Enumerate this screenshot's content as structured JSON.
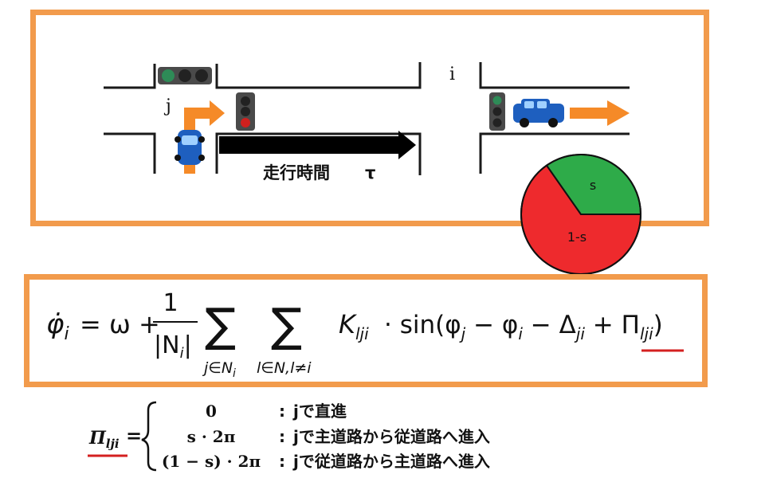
{
  "scene": {
    "label_j": "j",
    "label_i": "i",
    "travel_label": "走行時間",
    "travel_symbol": "τ"
  },
  "pie": {
    "green_label": "s",
    "red_label": "1-s",
    "colors": {
      "green": "#2eab49",
      "red": "#ee2a2d"
    }
  },
  "formula": {
    "lhs": "φ̇",
    "lhs_sub": "i",
    "eq_omega": "= ω +",
    "frac_num": "1",
    "frac_den": "|N",
    "frac_den_sub": "i",
    "frac_den_close": "|",
    "sum1_sub": "j∈N",
    "sum1_sub_i": "i",
    "sum2_sub": "l∈N,l≠i",
    "k": "K",
    "k_sub": "lji",
    "sin_part": "· sin(φ",
    "phi_j_sub": "j",
    "minus_phi": " − φ",
    "phi_i_sub": "i",
    "minus_delta": " − Δ",
    "delta_sub": "ji",
    "plus": " + ",
    "pi_sym": "Π",
    "pi_sub": "lji",
    "close": ")"
  },
  "definition": {
    "lhs": "Π",
    "lhs_sub": "lji",
    "eq": "=",
    "cases": [
      {
        "value": "0",
        "desc": "jで直進"
      },
      {
        "value": "s · 2π",
        "desc": "jで主道路から従道路へ進入"
      },
      {
        "value": "(1 − s) · 2π",
        "desc": "jで従道路から主道路へ進入"
      }
    ],
    "colon": ":"
  }
}
